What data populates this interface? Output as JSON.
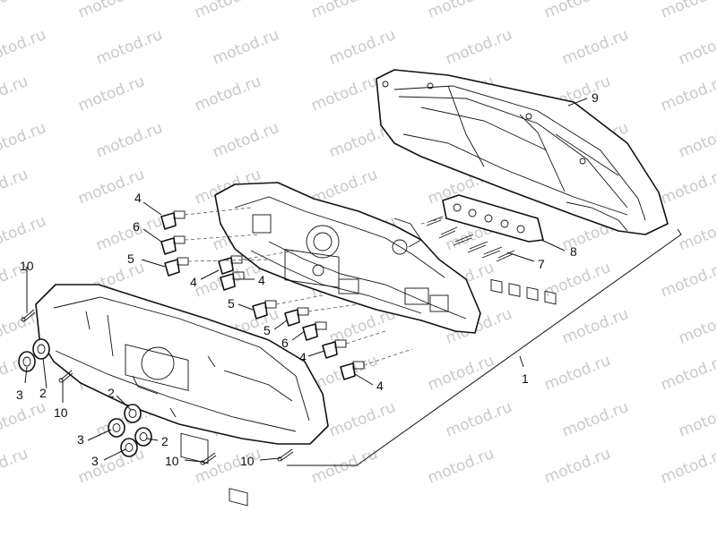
{
  "watermark": "motod.ru",
  "colors": {
    "line": "#111111",
    "watermark": "#c9c9c9",
    "background": "#ffffff"
  },
  "callouts": [
    {
      "id": "c-9",
      "text": "9"
    },
    {
      "id": "c-4a",
      "text": "4"
    },
    {
      "id": "c-6a",
      "text": "6"
    },
    {
      "id": "c-5a",
      "text": "5"
    },
    {
      "id": "c-10a",
      "text": "10"
    },
    {
      "id": "c-4b",
      "text": "4"
    },
    {
      "id": "c-4c",
      "text": "4"
    },
    {
      "id": "c-8",
      "text": "8"
    },
    {
      "id": "c-7",
      "text": "7"
    },
    {
      "id": "c-5b",
      "text": "5"
    },
    {
      "id": "c-5c",
      "text": "5"
    },
    {
      "id": "c-6b",
      "text": "6"
    },
    {
      "id": "c-4d",
      "text": "4"
    },
    {
      "id": "c-4e",
      "text": "4"
    },
    {
      "id": "c-1",
      "text": "1"
    },
    {
      "id": "c-3a",
      "text": "3"
    },
    {
      "id": "c-2a",
      "text": "2"
    },
    {
      "id": "c-10b",
      "text": "10"
    },
    {
      "id": "c-2b",
      "text": "2"
    },
    {
      "id": "c-3b",
      "text": "3"
    },
    {
      "id": "c-2c",
      "text": "2"
    },
    {
      "id": "c-3c",
      "text": "3"
    },
    {
      "id": "c-10c",
      "text": "10"
    },
    {
      "id": "c-10d",
      "text": "10"
    }
  ]
}
